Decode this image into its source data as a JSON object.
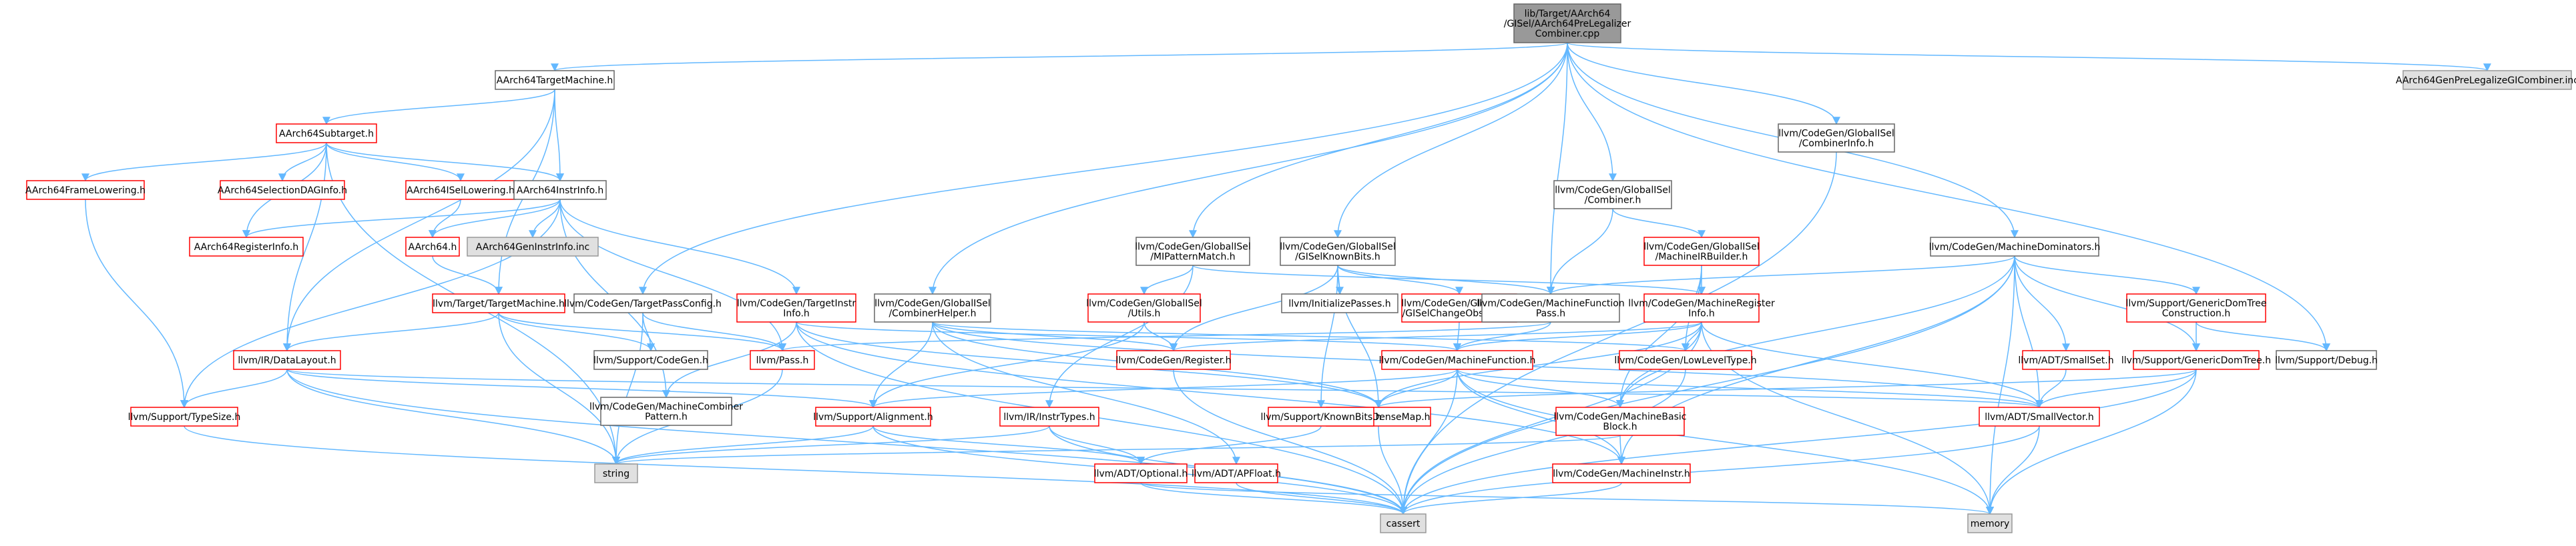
{
  "colors": {
    "edge": "#63b8ff",
    "root_fill": "#999999",
    "external_fill": "#e0e0e0",
    "red_border": "#ff0000",
    "gray_border": "#999999",
    "dark_border": "#666666",
    "white_fill": "#ffffff"
  },
  "graph": {
    "nodes": [
      {
        "id": "root",
        "label": [
          "lib/Target/AArch64",
          "/GISel/AArch64PreLegalizer",
          "Combiner.cpp"
        ],
        "style": "root"
      },
      {
        "id": "a64tm",
        "label": [
          "AArch64TargetMachine.h"
        ],
        "style": "plain"
      },
      {
        "id": "a64st",
        "label": [
          "AArch64Subtarget.h"
        ],
        "style": "red"
      },
      {
        "id": "a64fl",
        "label": [
          "AArch64FrameLowering.h"
        ],
        "style": "red"
      },
      {
        "id": "a64sdag",
        "label": [
          "AArch64SelectionDAGInfo.h"
        ],
        "style": "red"
      },
      {
        "id": "a64isel",
        "label": [
          "AArch64ISelLowering.h"
        ],
        "style": "red"
      },
      {
        "id": "a64ii",
        "label": [
          "AArch64InstrInfo.h"
        ],
        "style": "plain"
      },
      {
        "id": "a64ri",
        "label": [
          "AArch64RegisterInfo.h"
        ],
        "style": "red"
      },
      {
        "id": "a64h",
        "label": [
          "AArch64.h"
        ],
        "style": "red"
      },
      {
        "id": "a64gen",
        "label": [
          "AArch64GenInstrInfo.inc"
        ],
        "style": "external"
      },
      {
        "id": "ttm",
        "label": [
          "llvm/Target/TargetMachine.h"
        ],
        "style": "red"
      },
      {
        "id": "dl",
        "label": [
          "llvm/IR/DataLayout.h"
        ],
        "style": "red"
      },
      {
        "id": "ts",
        "label": [
          "llvm/Support/TypeSize.h"
        ],
        "style": "red"
      },
      {
        "id": "tpc",
        "label": [
          "llvm/CodeGen/TargetPassConfig.h"
        ],
        "style": "plain"
      },
      {
        "id": "supcg",
        "label": [
          "llvm/Support/CodeGen.h"
        ],
        "style": "plain"
      },
      {
        "id": "tii",
        "label": [
          "llvm/CodeGen/TargetInstr",
          "Info.h"
        ],
        "style": "red"
      },
      {
        "id": "mcp",
        "label": [
          "llvm/CodeGen/MachineCombiner",
          "Pattern.h"
        ],
        "style": "plain"
      },
      {
        "id": "pass",
        "label": [
          "llvm/Pass.h"
        ],
        "style": "red"
      },
      {
        "id": "ch",
        "label": [
          "llvm/CodeGen/GlobalISel",
          "/CombinerHelper.h"
        ],
        "style": "plain"
      },
      {
        "id": "mip",
        "label": [
          "llvm/CodeGen/GlobalISel",
          "/MIPatternMatch.h"
        ],
        "style": "plain"
      },
      {
        "id": "giutils",
        "label": [
          "llvm/CodeGen/GlobalISel",
          "/Utils.h"
        ],
        "style": "red"
      },
      {
        "id": "kb",
        "label": [
          "llvm/CodeGen/GlobalISel",
          "/GISelKnownBits.h"
        ],
        "style": "plain"
      },
      {
        "id": "initp",
        "label": [
          "llvm/InitializePasses.h"
        ],
        "style": "plain"
      },
      {
        "id": "gco",
        "label": [
          "llvm/CodeGen/GlobalISel",
          "/GISelChangeObserver.h"
        ],
        "style": "red"
      },
      {
        "id": "comb",
        "label": [
          "llvm/CodeGen/GlobalISel",
          "/Combiner.h"
        ],
        "style": "plain"
      },
      {
        "id": "mirb",
        "label": [
          "llvm/CodeGen/GlobalISel",
          "/MachineIRBuilder.h"
        ],
        "style": "red"
      },
      {
        "id": "cinfo",
        "label": [
          "llvm/CodeGen/GlobalISel",
          "/CombinerInfo.h"
        ],
        "style": "plain"
      },
      {
        "id": "mfp",
        "label": [
          "llvm/CodeGen/MachineFunction",
          "Pass.h"
        ],
        "style": "plain"
      },
      {
        "id": "mri",
        "label": [
          "llvm/CodeGen/MachineRegister",
          "Info.h"
        ],
        "style": "red"
      },
      {
        "id": "mf",
        "label": [
          "llvm/CodeGen/MachineFunction.h"
        ],
        "style": "red"
      },
      {
        "id": "reg",
        "label": [
          "llvm/CodeGen/Register.h"
        ],
        "style": "red"
      },
      {
        "id": "llt",
        "label": [
          "llvm/CodeGen/LowLevelType.h"
        ],
        "style": "red"
      },
      {
        "id": "mdom",
        "label": [
          "llvm/CodeGen/MachineDominators.h"
        ],
        "style": "plain"
      },
      {
        "id": "gdtc",
        "label": [
          "llvm/Support/GenericDomTree",
          "Construction.h"
        ],
        "style": "red"
      },
      {
        "id": "gdt",
        "label": [
          "llvm/Support/GenericDomTree.h"
        ],
        "style": "red"
      },
      {
        "id": "smallset",
        "label": [
          "llvm/ADT/SmallSet.h"
        ],
        "style": "red"
      },
      {
        "id": "debug",
        "label": [
          "llvm/Support/Debug.h"
        ],
        "style": "plain"
      },
      {
        "id": "inc",
        "label": [
          "AArch64GenPreLegalizeGICombiner.inc"
        ],
        "style": "external"
      },
      {
        "id": "smallvec",
        "label": [
          "llvm/ADT/SmallVector.h"
        ],
        "style": "red"
      },
      {
        "id": "mbb",
        "label": [
          "llvm/CodeGen/MachineBasic",
          "Block.h"
        ],
        "style": "red"
      },
      {
        "id": "mi",
        "label": [
          "llvm/CodeGen/MachineInstr.h"
        ],
        "style": "red"
      },
      {
        "id": "dm",
        "label": [
          "llvm/ADT/DenseMap.h"
        ],
        "style": "red"
      },
      {
        "id": "kbits",
        "label": [
          "llvm/Support/KnownBits.h"
        ],
        "style": "red"
      },
      {
        "id": "instrtypes",
        "label": [
          "llvm/IR/InstrTypes.h"
        ],
        "style": "red"
      },
      {
        "id": "align",
        "label": [
          "llvm/Support/Alignment.h"
        ],
        "style": "red"
      },
      {
        "id": "opt",
        "label": [
          "llvm/ADT/Optional.h"
        ],
        "style": "red"
      },
      {
        "id": "apf",
        "label": [
          "llvm/ADT/APFloat.h"
        ],
        "style": "red"
      },
      {
        "id": "string",
        "label": [
          "string"
        ],
        "style": "external"
      },
      {
        "id": "cassert",
        "label": [
          "cassert"
        ],
        "style": "external"
      },
      {
        "id": "memory",
        "label": [
          "memory"
        ],
        "style": "external"
      }
    ],
    "edges": [
      [
        "root",
        "a64tm"
      ],
      [
        "root",
        "tpc"
      ],
      [
        "root",
        "ch"
      ],
      [
        "root",
        "mip"
      ],
      [
        "root",
        "kb"
      ],
      [
        "root",
        "comb"
      ],
      [
        "root",
        "cinfo"
      ],
      [
        "root",
        "mfp"
      ],
      [
        "root",
        "mdom"
      ],
      [
        "root",
        "debug"
      ],
      [
        "root",
        "inc"
      ],
      [
        "a64tm",
        "a64st"
      ],
      [
        "a64tm",
        "a64ii"
      ],
      [
        "a64tm",
        "ttm"
      ],
      [
        "a64tm",
        "dl"
      ],
      [
        "a64st",
        "a64fl"
      ],
      [
        "a64st",
        "a64sdag"
      ],
      [
        "a64st",
        "a64isel"
      ],
      [
        "a64st",
        "a64ii"
      ],
      [
        "a64st",
        "a64ri"
      ],
      [
        "a64st",
        "dl"
      ],
      [
        "a64st",
        "string"
      ],
      [
        "a64fl",
        "ts"
      ],
      [
        "a64isel",
        "a64h"
      ],
      [
        "a64ii",
        "a64ri"
      ],
      [
        "a64ii",
        "a64h"
      ],
      [
        "a64ii",
        "a64gen"
      ],
      [
        "a64ii",
        "tii"
      ],
      [
        "a64ii",
        "mcp"
      ],
      [
        "a64ii",
        "ts"
      ],
      [
        "a64ii",
        "pass"
      ],
      [
        "a64h",
        "ttm"
      ],
      [
        "ttm",
        "dl"
      ],
      [
        "ttm",
        "supcg"
      ],
      [
        "ttm",
        "pass"
      ],
      [
        "ttm",
        "string"
      ],
      [
        "dl",
        "ts"
      ],
      [
        "dl",
        "align"
      ],
      [
        "dl",
        "string"
      ],
      [
        "dl",
        "cassert"
      ],
      [
        "dl",
        "smallvec"
      ],
      [
        "ts",
        "cassert"
      ],
      [
        "tpc",
        "pass"
      ],
      [
        "tpc",
        "supcg"
      ],
      [
        "tpc",
        "string"
      ],
      [
        "tii",
        "mcp"
      ],
      [
        "tii",
        "mf"
      ],
      [
        "tii",
        "dm"
      ],
      [
        "tii",
        "mi"
      ],
      [
        "tii",
        "cassert"
      ],
      [
        "pass",
        "string"
      ],
      [
        "ch",
        "reg"
      ],
      [
        "ch",
        "align"
      ],
      [
        "ch",
        "llt"
      ],
      [
        "ch",
        "dm"
      ],
      [
        "ch",
        "smallvec"
      ],
      [
        "ch",
        "apf"
      ],
      [
        "mip",
        "giutils"
      ],
      [
        "mip",
        "instrtypes"
      ],
      [
        "mip",
        "mri"
      ],
      [
        "giutils",
        "reg"
      ],
      [
        "giutils",
        "align"
      ],
      [
        "kb",
        "initp"
      ],
      [
        "kb",
        "gco"
      ],
      [
        "kb",
        "mfp"
      ],
      [
        "kb",
        "reg"
      ],
      [
        "kb",
        "kbits"
      ],
      [
        "kb",
        "dm"
      ],
      [
        "gco",
        "mf"
      ],
      [
        "comb",
        "mirb"
      ],
      [
        "comb",
        "mfp"
      ],
      [
        "mirb",
        "mri"
      ],
      [
        "mirb",
        "mbb"
      ],
      [
        "mirb",
        "llt"
      ],
      [
        "cinfo",
        "cassert"
      ],
      [
        "mfp",
        "mf"
      ],
      [
        "mfp",
        "pass"
      ],
      [
        "mri",
        "mf"
      ],
      [
        "mri",
        "mbb"
      ],
      [
        "mri",
        "llt"
      ],
      [
        "mri",
        "dm"
      ],
      [
        "mri",
        "smallvec"
      ],
      [
        "mri",
        "memory"
      ],
      [
        "mri",
        "cassert"
      ],
      [
        "mri",
        "reg"
      ],
      [
        "mf",
        "mbb"
      ],
      [
        "mf",
        "mi"
      ],
      [
        "mf",
        "dm"
      ],
      [
        "mf",
        "smallvec"
      ],
      [
        "mf",
        "align"
      ],
      [
        "mf",
        "cassert"
      ],
      [
        "mf",
        "memory"
      ],
      [
        "reg",
        "cassert"
      ],
      [
        "llt",
        "cassert"
      ],
      [
        "mdom",
        "mfp"
      ],
      [
        "mdom",
        "gdtc"
      ],
      [
        "mdom",
        "gdt"
      ],
      [
        "mdom",
        "smallset"
      ],
      [
        "mdom",
        "smallvec"
      ],
      [
        "mdom",
        "mbb"
      ],
      [
        "mdom",
        "cassert"
      ],
      [
        "mdom",
        "memory"
      ],
      [
        "mdom",
        "mi"
      ],
      [
        "gdtc",
        "debug"
      ],
      [
        "gdtc",
        "gdt"
      ],
      [
        "gdt",
        "dm"
      ],
      [
        "gdt",
        "smallvec"
      ],
      [
        "gdt",
        "cassert"
      ],
      [
        "gdt",
        "memory"
      ],
      [
        "smallset",
        "smallvec"
      ],
      [
        "smallvec",
        "cassert"
      ],
      [
        "smallvec",
        "memory"
      ],
      [
        "mbb",
        "mi"
      ],
      [
        "mbb",
        "string"
      ],
      [
        "mi",
        "cassert"
      ],
      [
        "dm",
        "cassert"
      ],
      [
        "kbits",
        "opt"
      ],
      [
        "instrtypes",
        "opt"
      ],
      [
        "instrtypes",
        "string"
      ],
      [
        "instrtypes",
        "cassert"
      ],
      [
        "align",
        "opt"
      ],
      [
        "align",
        "cassert"
      ],
      [
        "align",
        "string"
      ],
      [
        "opt",
        "cassert"
      ],
      [
        "opt",
        "memory"
      ],
      [
        "apf",
        "cassert"
      ]
    ]
  }
}
